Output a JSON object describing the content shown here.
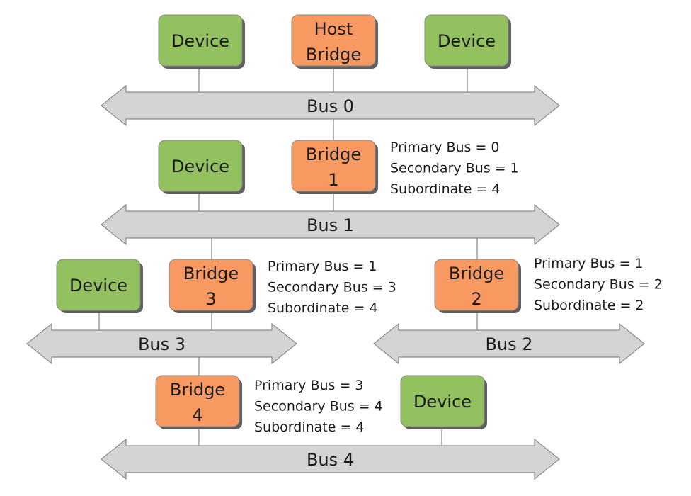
{
  "colors": {
    "device_fill": "#93c160",
    "bridge_fill": "#f79960",
    "bus_fill": "#d4d4d4",
    "outline": "#8a8a8a",
    "shadow": "#5f5f5f"
  },
  "buses": [
    {
      "id": "bus0",
      "label": "Bus 0"
    },
    {
      "id": "bus1",
      "label": "Bus 1"
    },
    {
      "id": "bus3",
      "label": "Bus 3"
    },
    {
      "id": "bus2",
      "label": "Bus 2"
    },
    {
      "id": "bus4",
      "label": "Bus 4"
    }
  ],
  "nodes": [
    {
      "id": "device-a",
      "kind": "device",
      "lines": [
        "Device"
      ]
    },
    {
      "id": "host-bridge",
      "kind": "bridge",
      "lines": [
        "Host",
        "Bridge"
      ]
    },
    {
      "id": "device-b",
      "kind": "device",
      "lines": [
        "Device"
      ]
    },
    {
      "id": "device-c",
      "kind": "device",
      "lines": [
        "Device"
      ]
    },
    {
      "id": "bridge-1",
      "kind": "bridge",
      "lines": [
        "Bridge",
        "1"
      ]
    },
    {
      "id": "device-d",
      "kind": "device",
      "lines": [
        "Device"
      ]
    },
    {
      "id": "bridge-3",
      "kind": "bridge",
      "lines": [
        "Bridge",
        "3"
      ]
    },
    {
      "id": "bridge-2",
      "kind": "bridge",
      "lines": [
        "Bridge",
        "2"
      ]
    },
    {
      "id": "bridge-4",
      "kind": "bridge",
      "lines": [
        "Bridge",
        "4"
      ]
    },
    {
      "id": "device-e",
      "kind": "device",
      "lines": [
        "Device"
      ]
    }
  ],
  "bridge_info": [
    {
      "id": "bridge-1",
      "lines": [
        "Primary Bus = 0",
        "Secondary Bus = 1",
        "Subordinate = 4"
      ]
    },
    {
      "id": "bridge-3",
      "lines": [
        "Primary Bus = 1",
        "Secondary Bus = 3",
        "Subordinate = 4"
      ]
    },
    {
      "id": "bridge-2",
      "lines": [
        "Primary Bus = 1",
        "Secondary Bus = 2",
        "Subordinate = 2"
      ]
    },
    {
      "id": "bridge-4",
      "lines": [
        "Primary Bus = 3",
        "Secondary Bus = 4",
        "Subordinate = 4"
      ]
    }
  ]
}
